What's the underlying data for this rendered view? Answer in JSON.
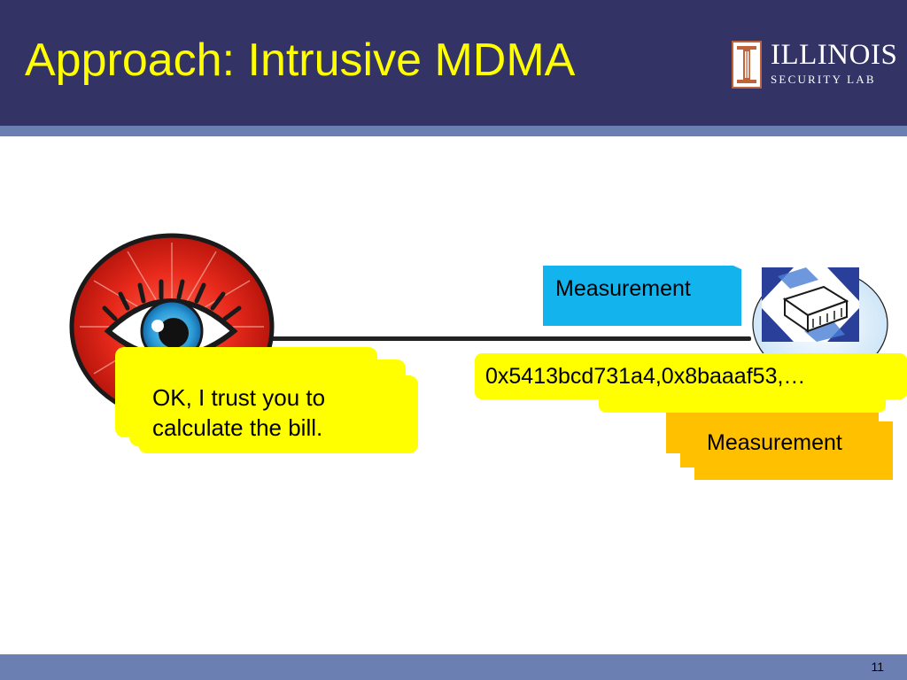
{
  "slide": {
    "title": "Approach: Intrusive MDMA",
    "page_number": "11"
  },
  "logo": {
    "line1": "ILLINOIS",
    "line2": "SECURITY LAB"
  },
  "speech_bubble": {
    "text_line1": "OK, I trust you to",
    "text_line2": "calculate the bill."
  },
  "messages": {
    "sent_label": "Measurement",
    "returned_label": "Measurement",
    "hash_value": "0x5413bcd731a4,0x8baaaf53,…"
  },
  "icons": {
    "eye": "eye-icon",
    "server": "smart-meter-building-icon",
    "logo_mark": "illinois-i-icon"
  },
  "colors": {
    "header": "#333366",
    "stripe": "#6b7fb3",
    "title": "#ffff00",
    "bubble": "#ffff00",
    "message_blue": "#13b4ee",
    "message_orange": "#ffc000",
    "eye_red": "#e82a1c"
  }
}
